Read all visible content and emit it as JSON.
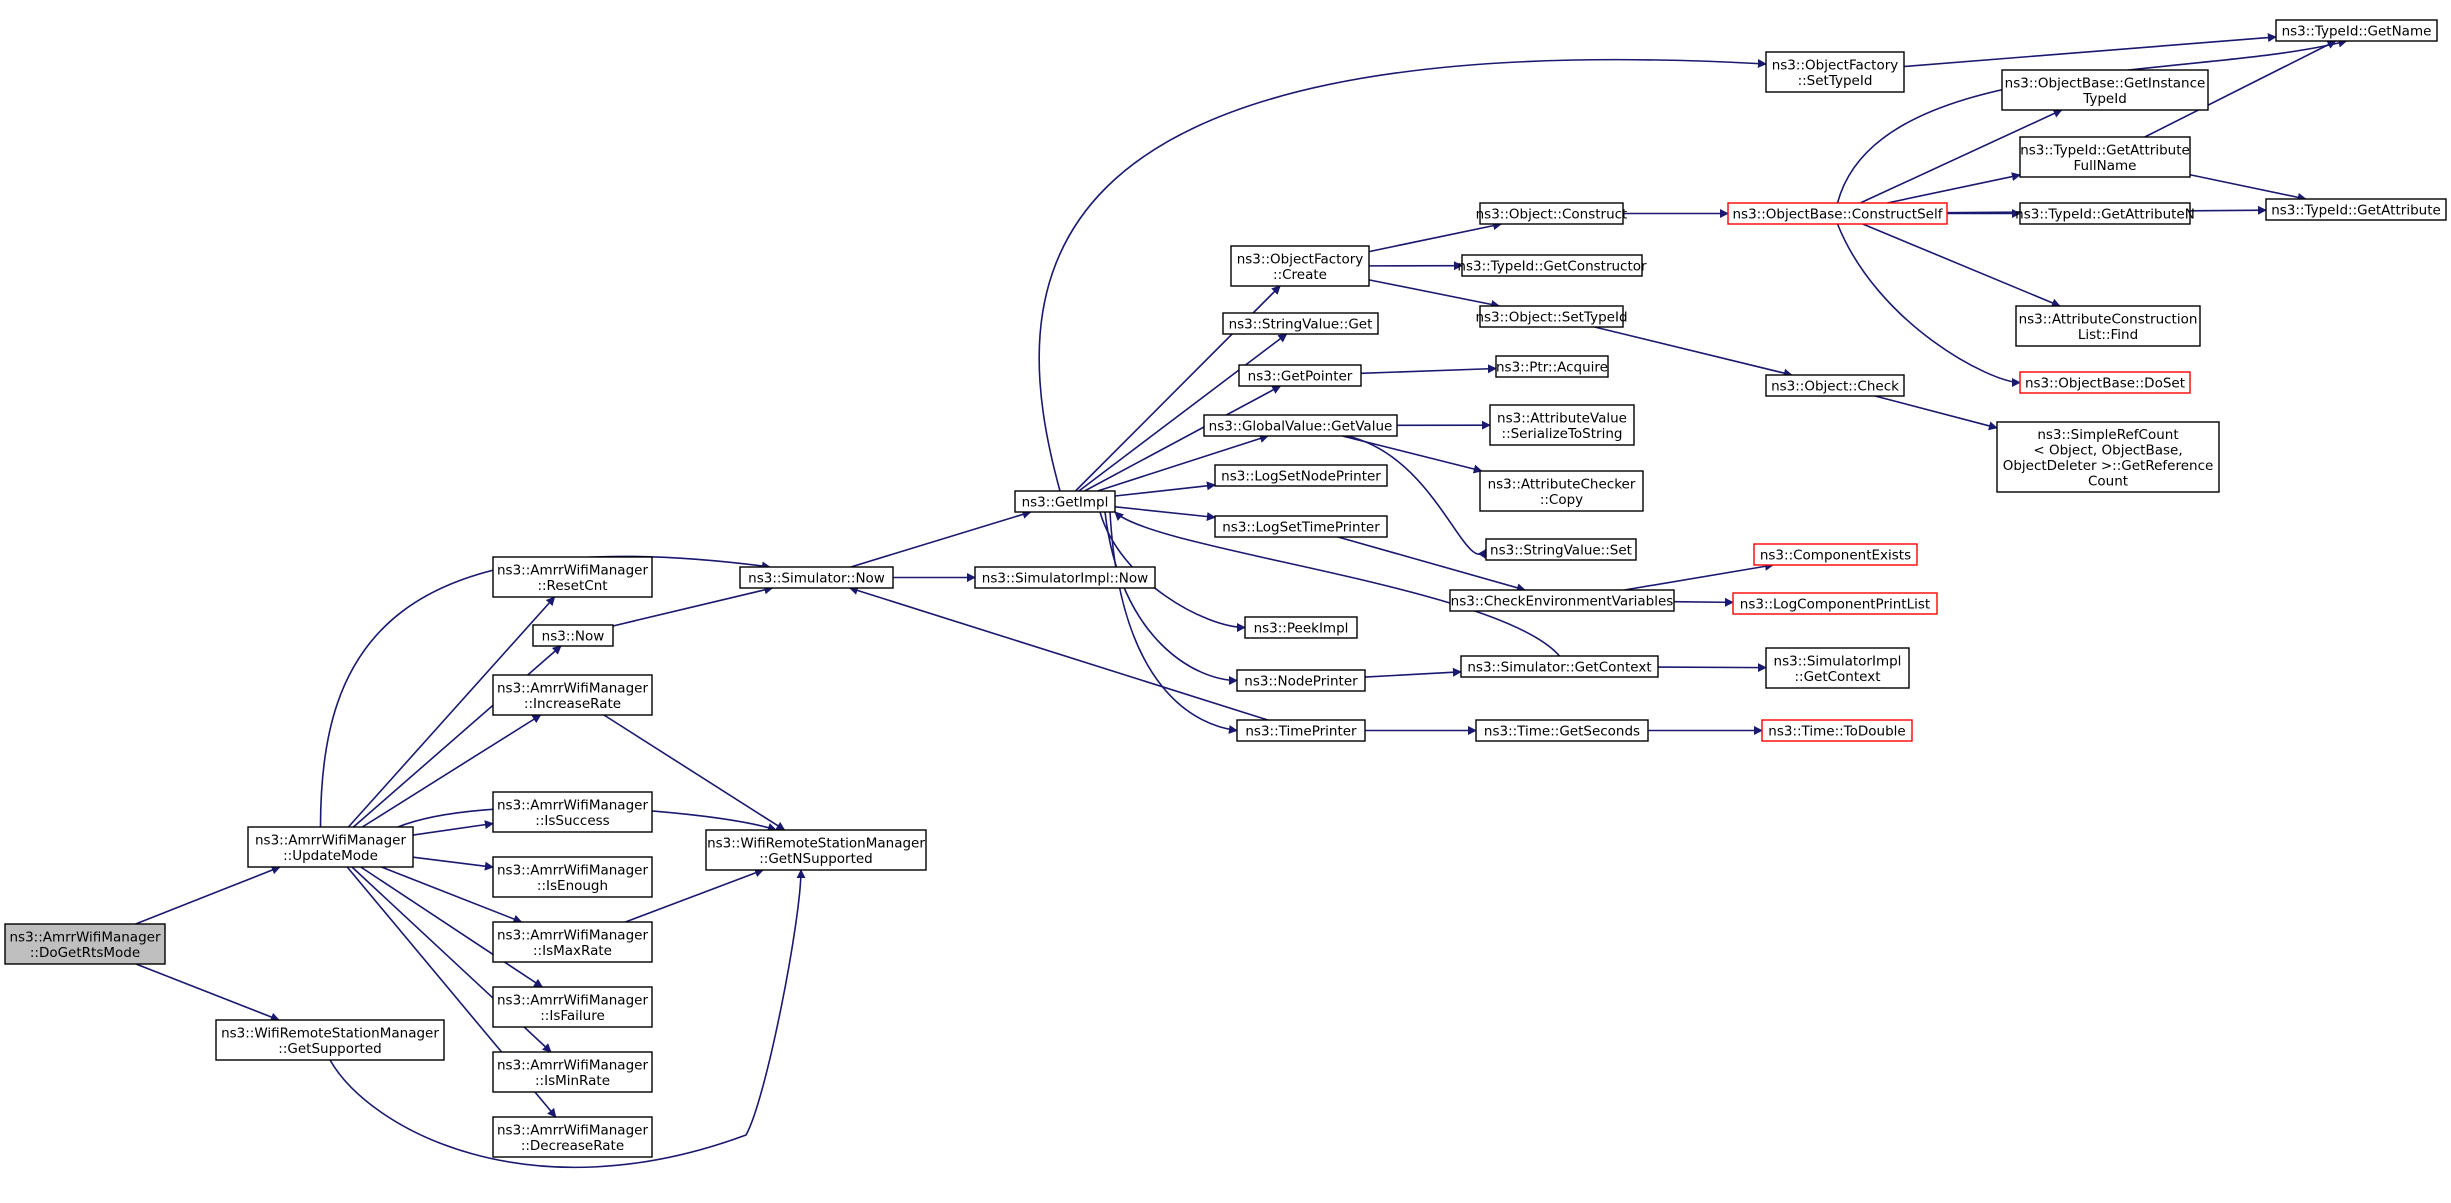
{
  "graph": {
    "colors": {
      "node_border": "#000000",
      "truncated_border": "#ff0000",
      "root_fill": "#bfbfbf",
      "edge": "#191970"
    },
    "nodes": [
      {
        "id": "doGetRtsMode",
        "lines": [
          "ns3::AmrrWifiManager",
          "::DoGetRtsMode"
        ],
        "style": "root"
      },
      {
        "id": "updateMode",
        "lines": [
          "ns3::AmrrWifiManager",
          "::UpdateMode"
        ]
      },
      {
        "id": "wrsmGetSupported",
        "lines": [
          "ns3::WifiRemoteStationManager",
          "::GetSupported"
        ]
      },
      {
        "id": "resetCnt",
        "lines": [
          "ns3::AmrrWifiManager",
          "::ResetCnt"
        ]
      },
      {
        "id": "now",
        "lines": [
          "ns3::Now"
        ]
      },
      {
        "id": "increaseRate",
        "lines": [
          "ns3::AmrrWifiManager",
          "::IncreaseRate"
        ]
      },
      {
        "id": "isSuccess",
        "lines": [
          "ns3::AmrrWifiManager",
          "::IsSuccess"
        ]
      },
      {
        "id": "isEnough",
        "lines": [
          "ns3::AmrrWifiManager",
          "::IsEnough"
        ]
      },
      {
        "id": "isMaxRate",
        "lines": [
          "ns3::AmrrWifiManager",
          "::IsMaxRate"
        ]
      },
      {
        "id": "isFailure",
        "lines": [
          "ns3::AmrrWifiManager",
          "::IsFailure"
        ]
      },
      {
        "id": "isMinRate",
        "lines": [
          "ns3::AmrrWifiManager",
          "::IsMinRate"
        ]
      },
      {
        "id": "decreaseRate",
        "lines": [
          "ns3::AmrrWifiManager",
          "::DecreaseRate"
        ]
      },
      {
        "id": "simulatorNow",
        "lines": [
          "ns3::Simulator::Now"
        ]
      },
      {
        "id": "getNSupported",
        "lines": [
          "ns3::WifiRemoteStationManager",
          "::GetNSupported"
        ]
      },
      {
        "id": "getImpl",
        "lines": [
          "ns3::GetImpl"
        ]
      },
      {
        "id": "simulatorImplNow",
        "lines": [
          "ns3::SimulatorImpl::Now"
        ]
      },
      {
        "id": "ofCreate",
        "lines": [
          "ns3::ObjectFactory",
          "::Create"
        ]
      },
      {
        "id": "stringValueGet",
        "lines": [
          "ns3::StringValue::Get"
        ]
      },
      {
        "id": "getPointer",
        "lines": [
          "ns3::GetPointer"
        ]
      },
      {
        "id": "globalValueGetValue",
        "lines": [
          "ns3::GlobalValue::GetValue"
        ]
      },
      {
        "id": "logSetNodePrinter",
        "lines": [
          "ns3::LogSetNodePrinter"
        ]
      },
      {
        "id": "logSetTimePrinter",
        "lines": [
          "ns3::LogSetTimePrinter"
        ]
      },
      {
        "id": "peekImpl",
        "lines": [
          "ns3::PeekImpl"
        ]
      },
      {
        "id": "nodePrinter",
        "lines": [
          "ns3::NodePrinter"
        ]
      },
      {
        "id": "timePrinter",
        "lines": [
          "ns3::TimePrinter"
        ]
      },
      {
        "id": "ofSetTypeId",
        "lines": [
          "ns3::ObjectFactory",
          "::SetTypeId"
        ]
      },
      {
        "id": "objectConstruct",
        "lines": [
          "ns3::Object::Construct"
        ]
      },
      {
        "id": "typeIdGetConstructor",
        "lines": [
          "ns3::TypeId::GetConstructor"
        ]
      },
      {
        "id": "objectSetTypeId",
        "lines": [
          "ns3::Object::SetTypeId"
        ]
      },
      {
        "id": "ptrAcquire",
        "lines": [
          "ns3::Ptr::Acquire"
        ]
      },
      {
        "id": "avSerializeToString",
        "lines": [
          "ns3::AttributeValue",
          "::SerializeToString"
        ]
      },
      {
        "id": "acCopy",
        "lines": [
          "ns3::AttributeChecker",
          "::Copy"
        ]
      },
      {
        "id": "stringValueSet",
        "lines": [
          "ns3::StringValue::Set"
        ]
      },
      {
        "id": "checkEnvVars",
        "lines": [
          "ns3::CheckEnvironmentVariables"
        ]
      },
      {
        "id": "simulatorGetContext",
        "lines": [
          "ns3::Simulator::GetContext"
        ]
      },
      {
        "id": "timeGetSeconds",
        "lines": [
          "ns3::Time::GetSeconds"
        ]
      },
      {
        "id": "obConstructSelf",
        "lines": [
          "ns3::ObjectBase::ConstructSelf"
        ],
        "style": "trunc"
      },
      {
        "id": "objectCheck",
        "lines": [
          "ns3::Object::Check"
        ]
      },
      {
        "id": "componentExists",
        "lines": [
          "ns3::ComponentExists"
        ],
        "style": "trunc"
      },
      {
        "id": "logComponentPrintList",
        "lines": [
          "ns3::LogComponentPrintList"
        ],
        "style": "trunc"
      },
      {
        "id": "simImplGetContext",
        "lines": [
          "ns3::SimulatorImpl",
          "::GetContext"
        ]
      },
      {
        "id": "timeToDouble",
        "lines": [
          "ns3::Time::ToDouble"
        ],
        "style": "trunc"
      },
      {
        "id": "obGetInstanceTypeId",
        "lines": [
          "ns3::ObjectBase::GetInstance",
          "TypeId"
        ]
      },
      {
        "id": "typeIdGetAttrFullName",
        "lines": [
          "ns3::TypeId::GetAttribute",
          "FullName"
        ]
      },
      {
        "id": "typeIdGetAttributeN",
        "lines": [
          "ns3::TypeId::GetAttributeN"
        ]
      },
      {
        "id": "attrConstructionListFind",
        "lines": [
          "ns3::AttributeConstruction",
          "List::Find"
        ]
      },
      {
        "id": "obDoSet",
        "lines": [
          "ns3::ObjectBase::DoSet"
        ],
        "style": "trunc"
      },
      {
        "id": "simpleRefCount",
        "lines": [
          "ns3::SimpleRefCount",
          "< Object, ObjectBase,",
          " ObjectDeleter >::GetReference",
          "Count"
        ]
      },
      {
        "id": "typeIdGetName",
        "lines": [
          "ns3::TypeId::GetName"
        ]
      },
      {
        "id": "typeIdGetAttribute",
        "lines": [
          "ns3::TypeId::GetAttribute"
        ]
      }
    ]
  }
}
